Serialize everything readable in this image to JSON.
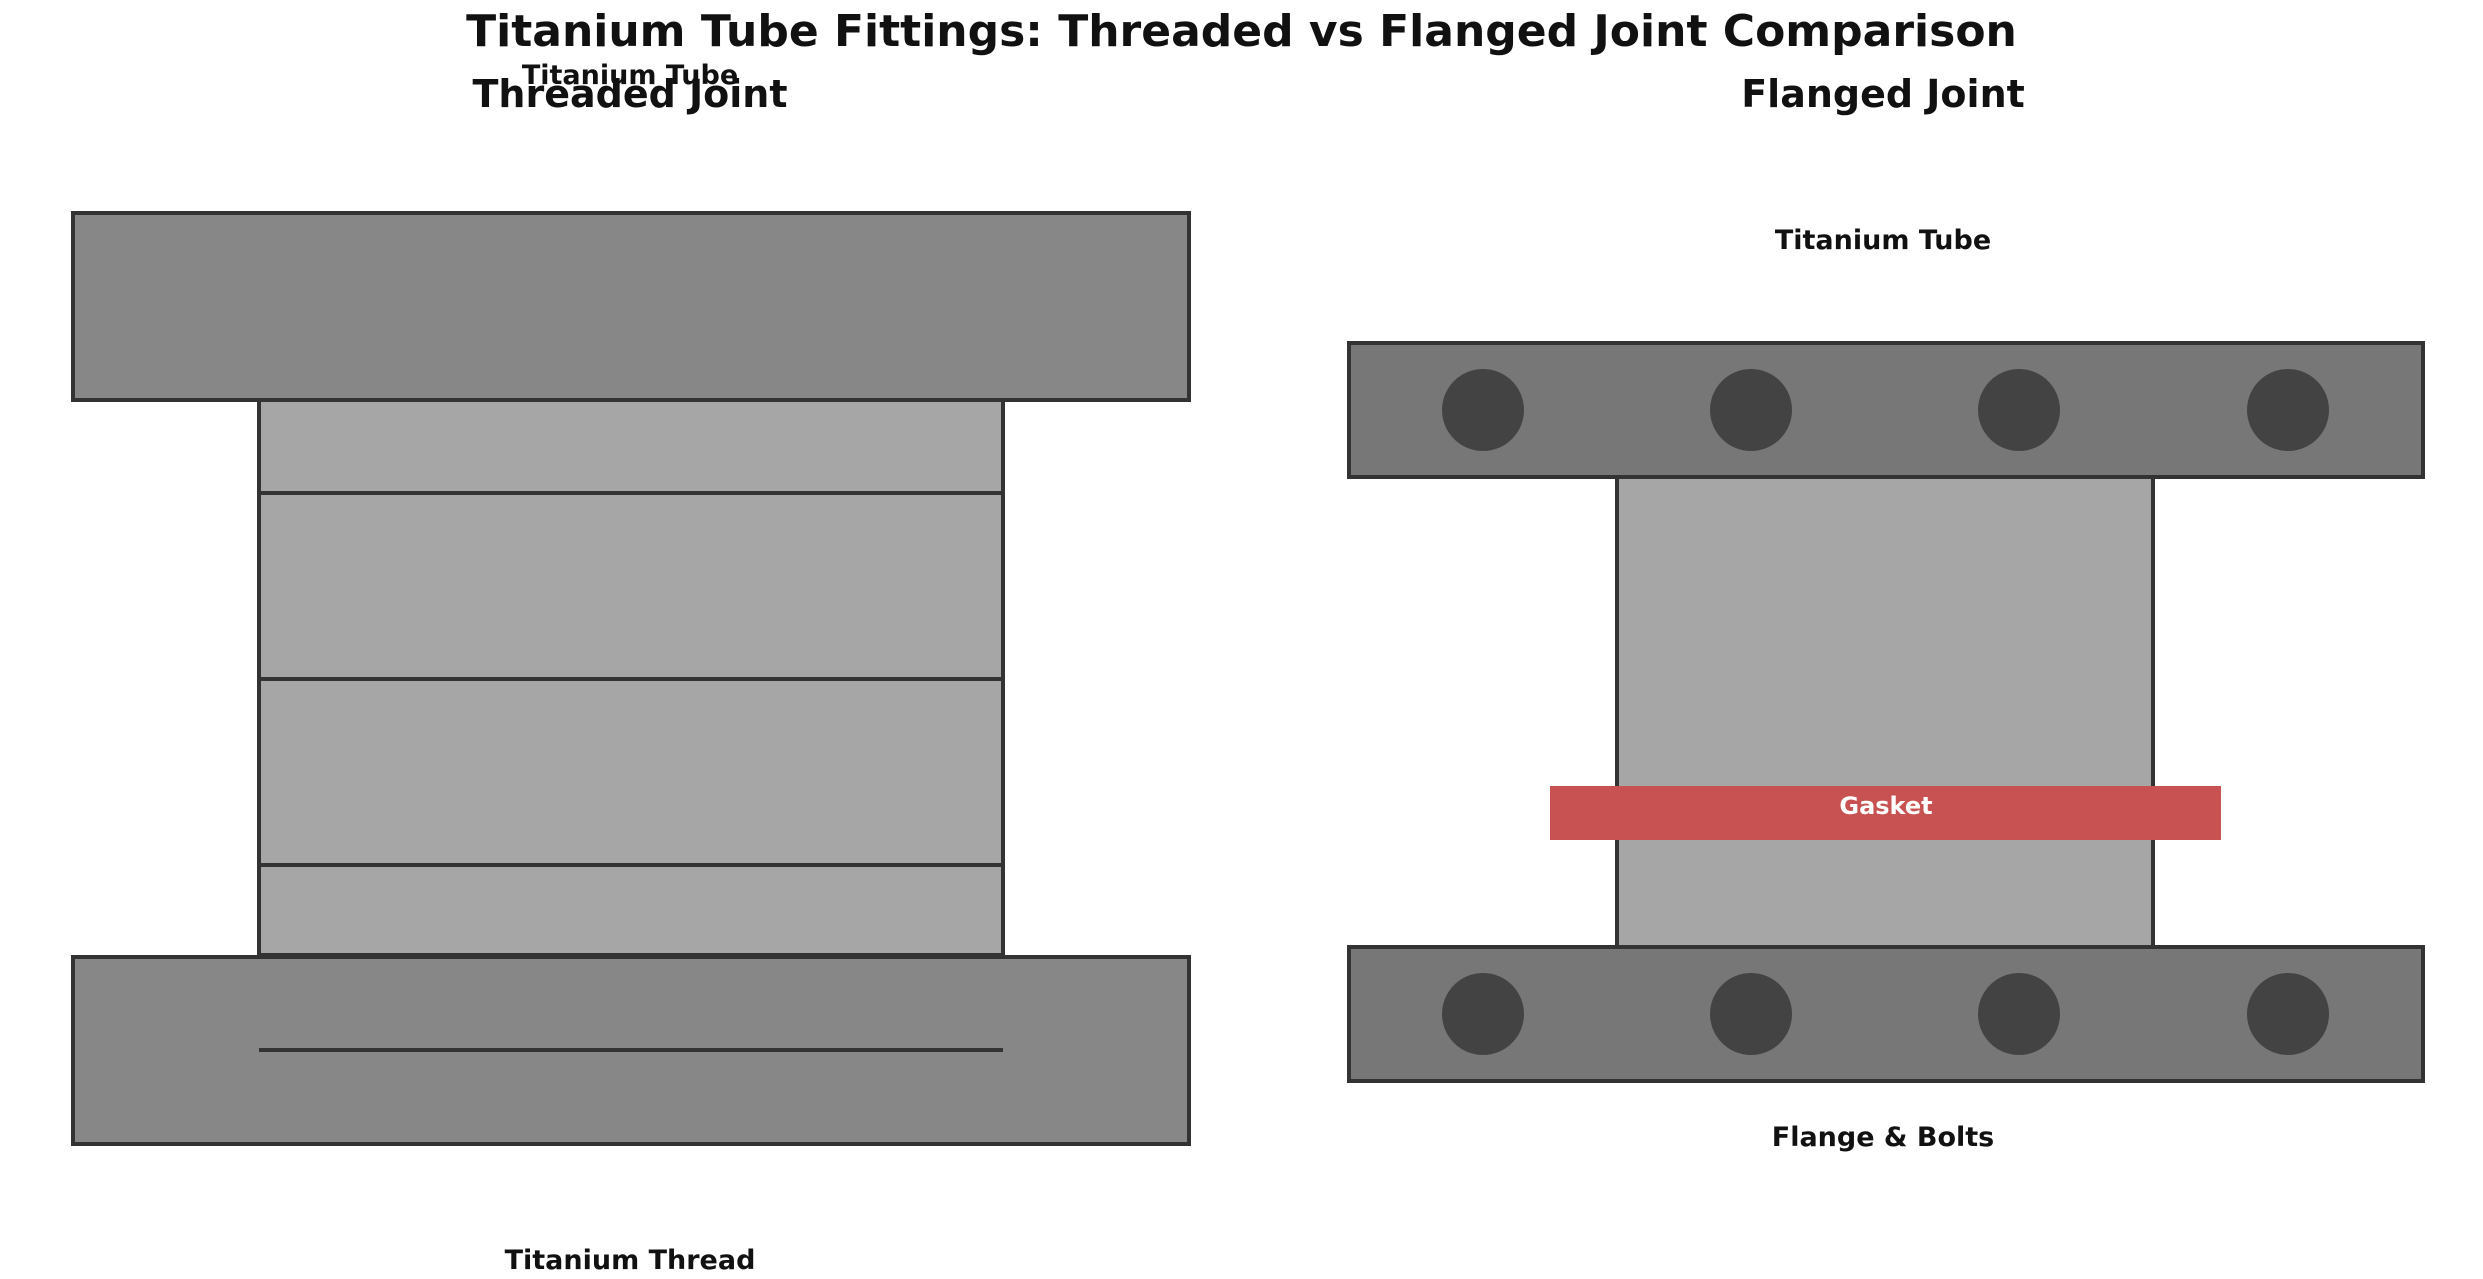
{
  "title": "Titanium Tube Fittings: Threaded vs Flanged Joint Comparison",
  "threaded": {
    "heading": "Threaded Joint",
    "top_label": "Titanium Tube",
    "bottom_label": "Titanium Thread"
  },
  "flanged": {
    "heading": "Flanged Joint",
    "top_label": "Titanium Tube",
    "gasket_label": "Gasket",
    "bottom_label": "Flange & Bolts"
  },
  "colors": {
    "light_gray": "#a6a6a6",
    "mid_gray": "#878787",
    "dark_gray": "#777777",
    "bolt": "#434343",
    "outline": "#333333",
    "gasket": "#c85252"
  }
}
